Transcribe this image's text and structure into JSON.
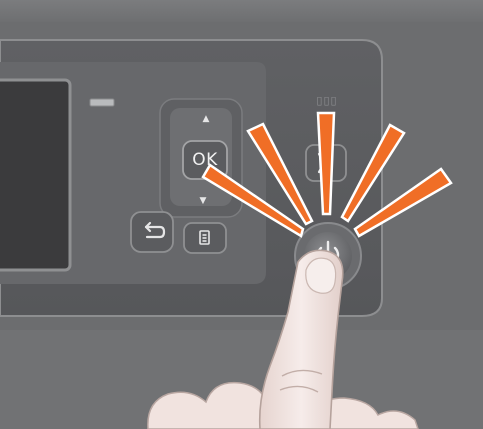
{
  "panel": {
    "ok_label": "OK",
    "up_arrow": "▲",
    "down_arrow": "▼",
    "indicator_dots": "▯▯▯"
  },
  "icons": {
    "ok": "ok-button",
    "back": "back-arrow-icon",
    "menu": "menu-document-icon",
    "sleep": "sleep-hourglass-icon",
    "power": "power-icon",
    "finger": "pointing-finger",
    "highlight": "orange-highlight-rays"
  },
  "colors": {
    "highlight": "#f06e26",
    "panel_dark": "#5b5c5f",
    "panel_light": "#707174",
    "screen": "#3a3a3c",
    "frame_border": "#8a8b8d",
    "skin": "#f2e6e3",
    "skin_shadow": "#c6b3ad"
  }
}
